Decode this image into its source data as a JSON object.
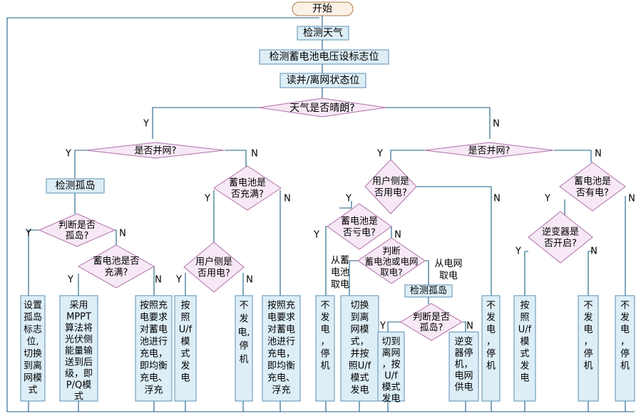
{
  "start": "开始",
  "steps": {
    "detect_weather": "检测天气",
    "detect_battery_flag": "检测蓄电池电压设标志位",
    "read_grid_flag": "读并/离网状态位",
    "detect_island_left": "检测孤岛",
    "detect_island_right": "检测孤岛"
  },
  "decisions": {
    "weather_sunny": "天气是否晴朗?",
    "grid_left": "是否并网?",
    "grid_right": "是否并网?",
    "island_judge_left": [
      "判断是否",
      "孤岛?"
    ],
    "battery_full_left": [
      "蓄电池是否",
      "充满?"
    ],
    "battery_full_mid": [
      "蓄电池是",
      "否充满?"
    ],
    "user_power_mid": [
      "用户侧是",
      "否用电?"
    ],
    "user_power_right": [
      "用户侧是",
      "否用电?"
    ],
    "battery_deficit": [
      "蓄电池是",
      "否亏电?"
    ],
    "battery_or_grid": [
      "判断",
      "蓄电池或电网",
      "取电?"
    ],
    "island_judge_right": [
      "判断是否",
      "孤岛?"
    ],
    "battery_has_power": [
      "蓄电池是",
      "否有电?"
    ],
    "inverter_on": [
      "逆变器是",
      "否开启?"
    ]
  },
  "branch_labels": {
    "yes": "Y",
    "no": "N",
    "from_battery": [
      "从蓄",
      "电池",
      "取电"
    ],
    "from_grid": [
      "从电网",
      "取电"
    ]
  },
  "outcomes": {
    "set_island_offgrid": [
      "设置",
      "孤岛",
      "标志",
      "位,",
      "切换",
      "到离",
      "网模",
      "式"
    ],
    "mppt": [
      "采用",
      "MPPT",
      "算法将",
      "光伏侧",
      "能量输",
      "送到后",
      "级，即",
      "P/Q模",
      "式"
    ],
    "charge_left": [
      "按照充",
      "电要求",
      "对蓄电",
      "池进行",
      "充电，",
      "即均衡",
      "充电、",
      "浮充"
    ],
    "uf_gen_mid": [
      "按",
      "照",
      "U/f",
      "模",
      "式",
      "发",
      "电"
    ],
    "no_gen_mid": [
      "不",
      "发",
      "电,",
      "停",
      "机"
    ],
    "charge_mid": [
      "按照充",
      "电要求",
      "对蓄电",
      "池进行",
      "充电，",
      "即均衡",
      "充电、",
      "浮充"
    ],
    "no_gen_battery": [
      "不",
      "发",
      "电",
      "，",
      "停",
      "机"
    ],
    "switch_offgrid": [
      "切换",
      "到离",
      "网模",
      "式，",
      "并按",
      "照U/f",
      "模式",
      "发电"
    ],
    "island_uf": [
      "切到",
      "离网",
      "，按",
      "U/f",
      "模式",
      "发电"
    ],
    "inverter_grid": [
      "逆变",
      "器停",
      "机，",
      "电网",
      "供电"
    ],
    "no_gen_user": [
      "不",
      "发",
      "电",
      "，",
      "停",
      "机"
    ],
    "uf_gen_right": [
      "按",
      "照",
      "U/f",
      "模",
      "式",
      "发",
      "电"
    ],
    "no_gen_inv": [
      "不",
      "发",
      "电",
      "，",
      "停",
      "机"
    ],
    "no_gen_far": [
      "不",
      "发",
      "电",
      "，",
      "停",
      "机"
    ]
  }
}
